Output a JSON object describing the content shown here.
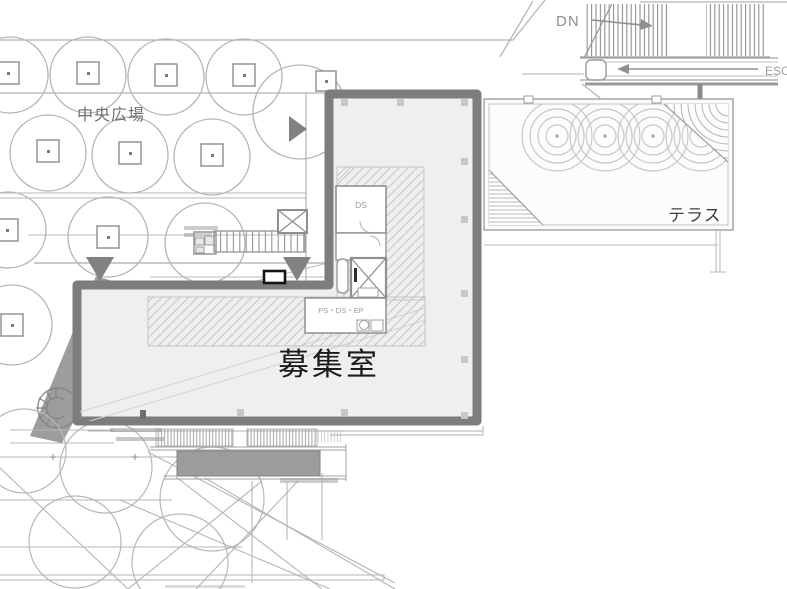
{
  "drawing": {
    "type": "architectural-floor-plan",
    "labels": {
      "plaza": "中央広場",
      "down": "DN",
      "escalator": "ESC",
      "terrace": "テラス",
      "duct_shaft": "DS",
      "pipe_shafts": "PS・DS・EP",
      "vacant_room": "募集室"
    },
    "colors": {
      "wall": "#7d7d7d",
      "floor_fill": "#f0eff0",
      "line_gray": "#a8a8a8",
      "hatch_gray": "#c6c6c6",
      "marker_gray": "#828282",
      "canopy_gray": "#9c9c9c",
      "label_gray": "#8f8f8f",
      "label_dark": "#1c1c1c"
    }
  }
}
